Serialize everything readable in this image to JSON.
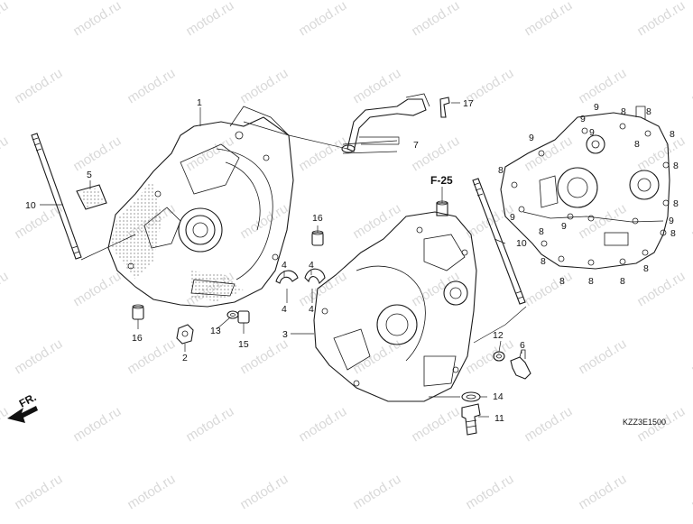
{
  "watermark": "motod.ru",
  "reference": "F-25",
  "direction": "FR.",
  "diagram_code": "KZZ3E1500",
  "callouts": {
    "c1": "1",
    "c2": "2",
    "c3": "3",
    "c4a": "4",
    "c4b": "4",
    "c4c": "4",
    "c4d": "4",
    "c5": "5",
    "c6": "6",
    "c7": "7",
    "c8a": "8",
    "c8b": "8",
    "c8c": "8",
    "c8d": "8",
    "c8e": "8",
    "c8f": "8",
    "c8g": "8",
    "c8h": "8",
    "c8i": "8",
    "c8j": "8",
    "c8k": "8",
    "c8l": "8",
    "c8m": "8",
    "c8n": "8",
    "c9a": "9",
    "c9b": "9",
    "c9c": "9",
    "c9d": "9",
    "c9e": "9",
    "c9f": "9",
    "c9g": "9",
    "c10a": "10",
    "c10b": "10",
    "c11": "11",
    "c12": "12",
    "c13": "13",
    "c14": "14",
    "c15": "15",
    "c16a": "16",
    "c16b": "16",
    "c17": "17"
  }
}
